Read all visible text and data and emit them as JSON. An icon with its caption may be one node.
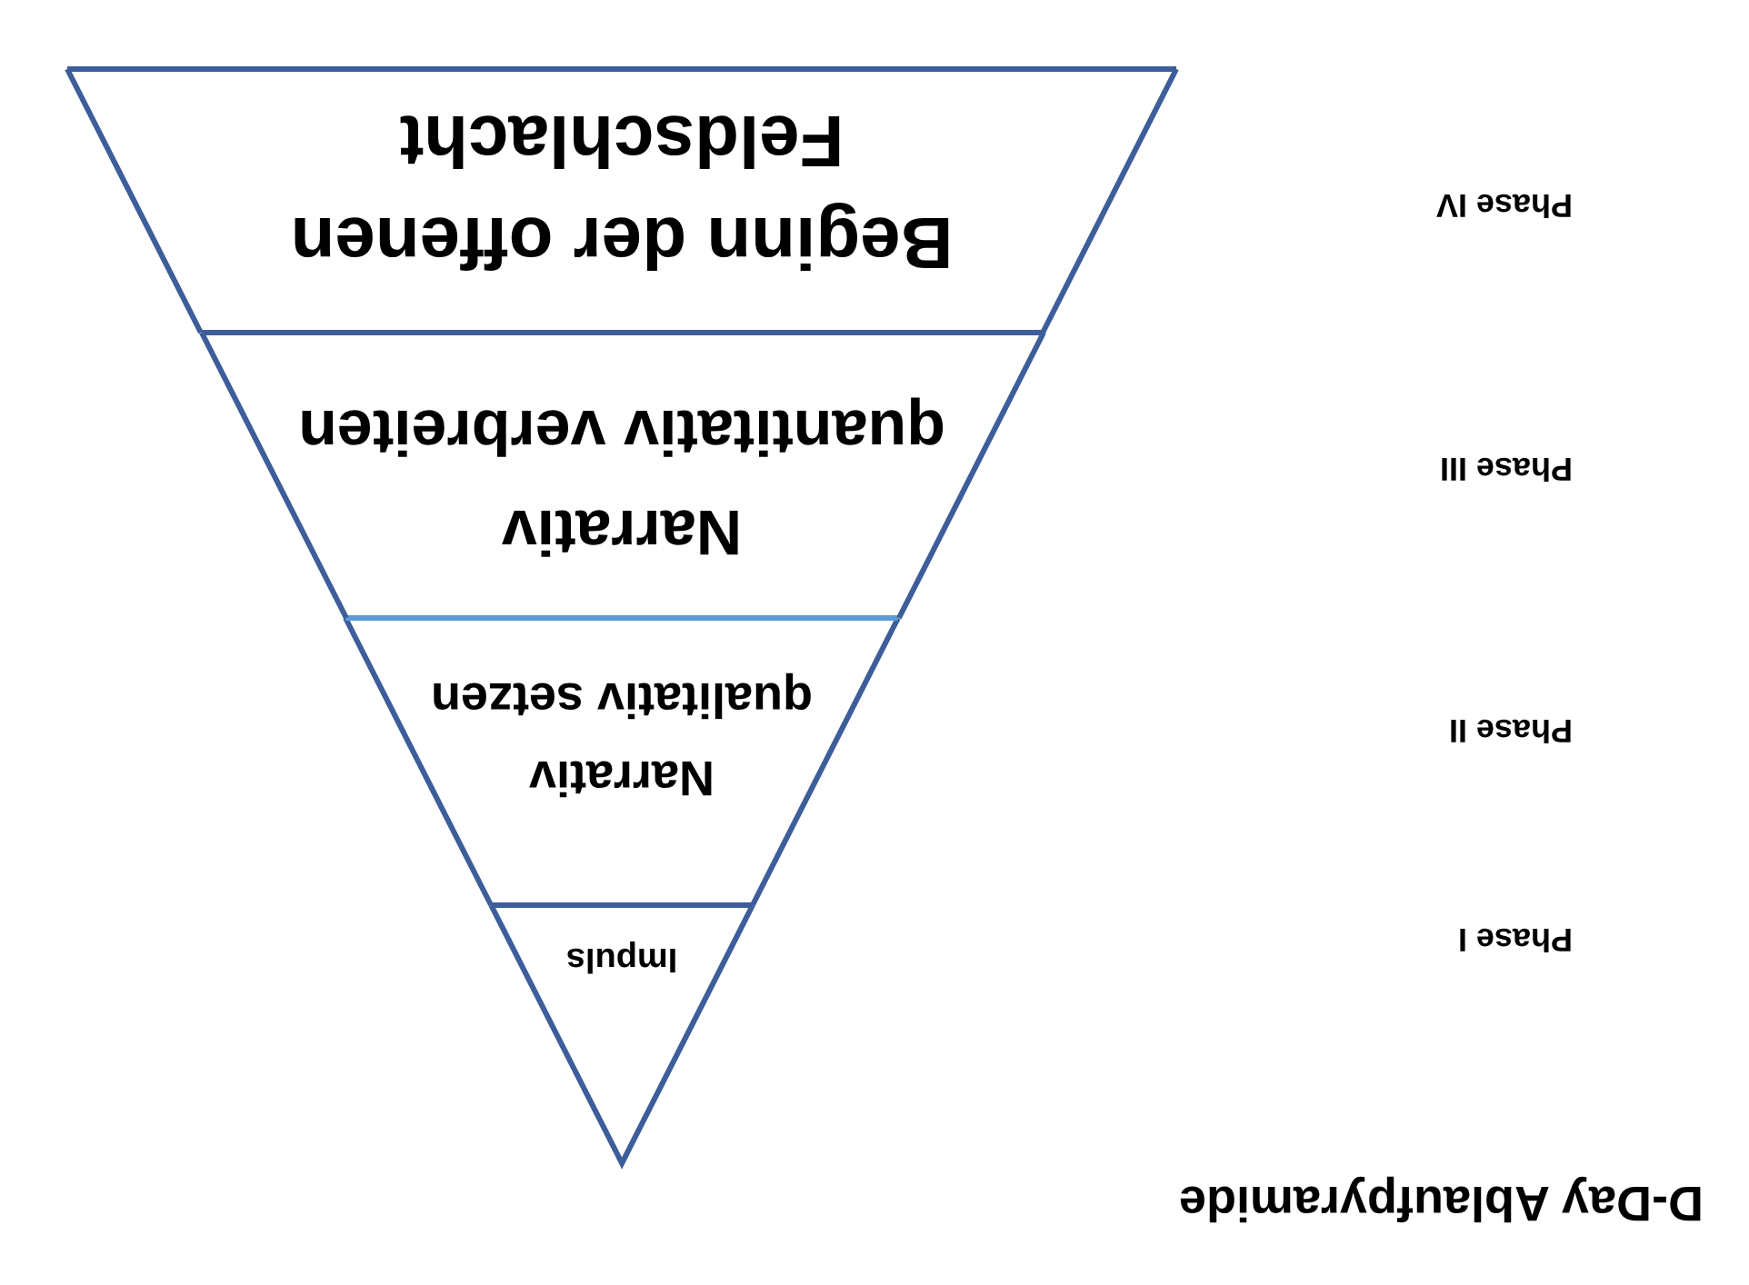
{
  "diagram": {
    "title": "D-Day Ablaufpyramide",
    "nodes": [
      {
        "text": [
          "Impuls"
        ]
      },
      {
        "text": [
          "Narrativ qualitativ setzen"
        ]
      },
      {
        "text": [
          "Narrativ quantitativ verbreiten"
        ]
      },
      {
        "text": [
          "Beginn der offenen Feldschlacht"
        ]
      }
    ],
    "labels": [
      "Phase I",
      "Phase II",
      "Phase III",
      "Phase IV"
    ]
  }
}
